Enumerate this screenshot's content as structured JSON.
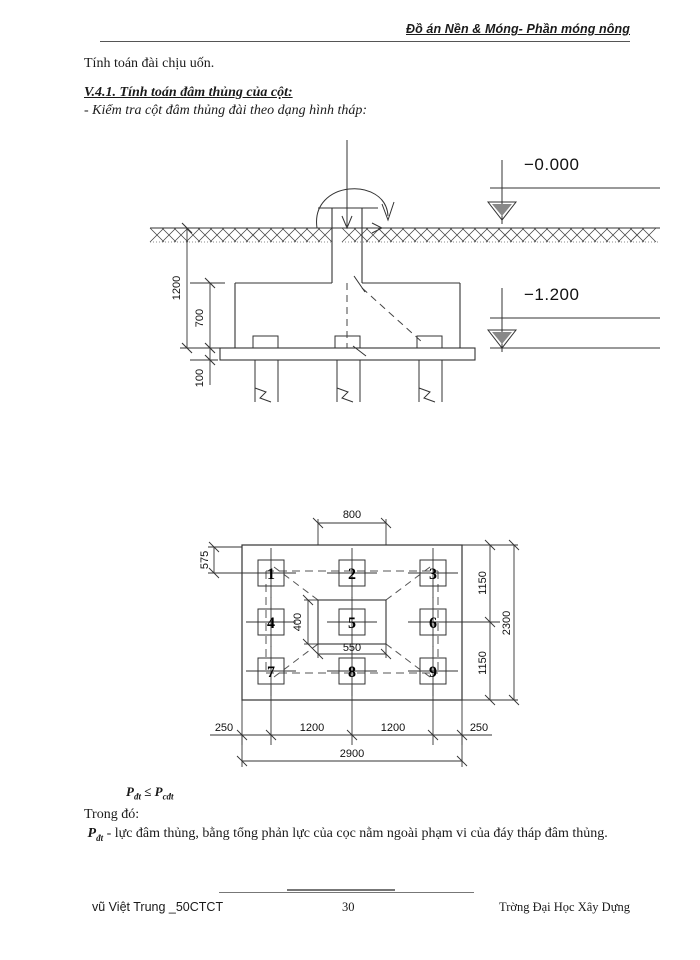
{
  "header": {
    "title": "Đồ án Nền & Móng- Phần móng nông"
  },
  "body": {
    "intro_line": "Tính toán đài chịu uốn.",
    "section_title": "V.4.1. Tính toán đâm thủng của cột:",
    "section_subtitle": "- Kiểm tra cột đâm thủng đài theo dạng hình tháp:",
    "formula_lhs": "P",
    "formula_lhs_sub": "đt",
    "formula_op": "≤",
    "formula_rhs": "P",
    "formula_rhs_sub": "cđt",
    "trong_do": "Trong đó:",
    "desc_symbol": "P",
    "desc_symbol_sub": "đt",
    "desc_text": " - lực đâm thủng, bằng tổng phản lực của cọc nằm ngoài phạm vi của đáy tháp đâm thủng."
  },
  "footer": {
    "author": "vũ Việt Trung _50CTCT",
    "page_number": "30",
    "school": "Trờng  Đại Học Xây Dựng"
  },
  "section_drawing": {
    "name": "foundation-section-view",
    "elevations": [
      {
        "label": "−0.000",
        "name": "elevation-marker-0-000"
      },
      {
        "label": "−1.200",
        "name": "elevation-marker-1-200"
      }
    ],
    "vertical_dimensions": [
      {
        "label": "1200",
        "name": "dimension-1200"
      },
      {
        "label": "700",
        "name": "dimension-700"
      },
      {
        "label": "100",
        "name": "dimension-100"
      }
    ],
    "load_arrows": [
      "moment-arrow",
      "axial-load-arrow",
      "horizontal-load-arrow"
    ],
    "piles_count": 3
  },
  "plan_drawing": {
    "name": "pile-cap-plan-view",
    "pile_labels": [
      "1",
      "2",
      "3",
      "4",
      "5",
      "6",
      "7",
      "8",
      "9"
    ],
    "column_width_label": "550",
    "column_height_label": "400",
    "top_dimension": "800",
    "left_dimension": "575",
    "right_dimensions": [
      "1150",
      "1150"
    ],
    "right_total": "2300",
    "bottom_dimensions": [
      "250",
      "1200",
      "1200",
      "250"
    ],
    "bottom_total": "2900"
  },
  "colors": {
    "ink": "#1a1a1a",
    "line": "#333333",
    "rule": "#555555"
  }
}
